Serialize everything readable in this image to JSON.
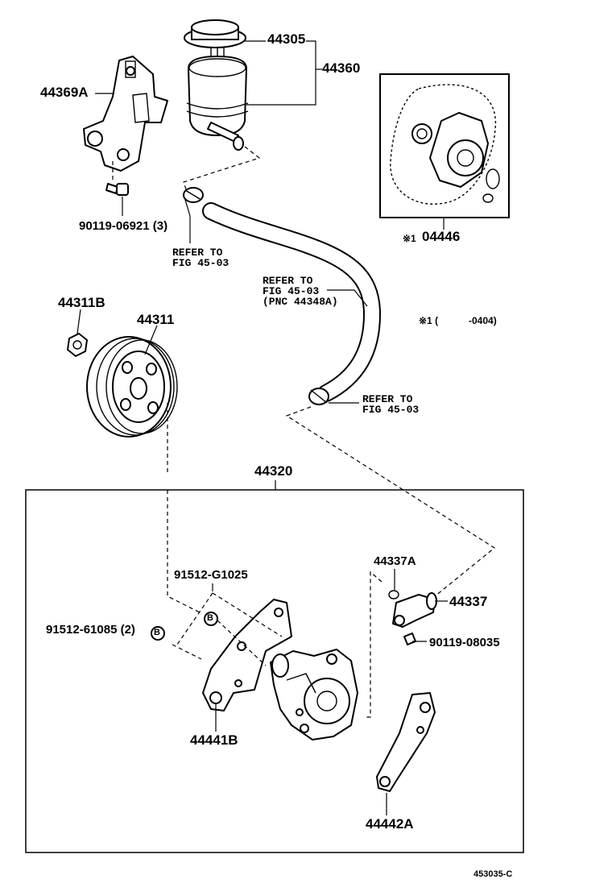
{
  "drawing_id": "453035-C",
  "parts": {
    "p44305": "44305",
    "p44360": "44360",
    "p44369A": "44369A",
    "p04446": "04446",
    "p04446_mark": "※1",
    "p90119_06921": "90119-06921 (3)",
    "p44311B": "44311B",
    "p44311": "44311",
    "p44320": "44320",
    "p44337A": "44337A",
    "p44337": "44337",
    "p90119_08035": "90119-08035",
    "p91512_G1025": "91512-G1025",
    "p91512_61085": "91512-61085 (2)",
    "p44441B": "44441B",
    "p44442A": "44442A"
  },
  "notes": {
    "refer1": "REFER TO\nFIG 45-03",
    "refer2": "REFER TO\nFIG 45-03\n(PNC 44348A)",
    "refer3": "REFER TO\nFIG 45-03",
    "footnote_mark": "※1 (",
    "footnote_range": "-0404)",
    "bolt_symbol": "B"
  }
}
